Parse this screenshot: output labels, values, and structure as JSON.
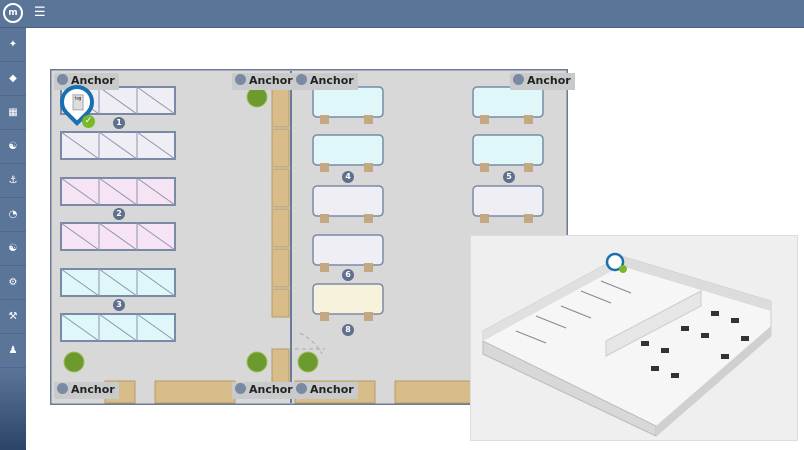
{
  "app": {
    "logo_text": "m"
  },
  "topbar": {
    "menu_icon": "hamburger-icon"
  },
  "sidebar": {
    "items": [
      {
        "name": "location",
        "icon": "crosshair-icon"
      },
      {
        "name": "assets",
        "icon": "cube-icon"
      },
      {
        "name": "map",
        "icon": "map-icon"
      },
      {
        "name": "users",
        "icon": "user-icon"
      },
      {
        "name": "anchors",
        "icon": "anchor-icon"
      },
      {
        "name": "reports",
        "icon": "pie-chart-icon"
      },
      {
        "name": "people",
        "icon": "user-icon"
      },
      {
        "name": "settings",
        "icon": "gear-icon"
      },
      {
        "name": "tools",
        "icon": "wrench-icon"
      },
      {
        "name": "account",
        "icon": "person-icon"
      }
    ]
  },
  "floorplan": {
    "anchor_label": "Anchor",
    "anchors": [
      "Anchor",
      "Anchor",
      "Anchor",
      "Anchor",
      "Anchor",
      "Anchor",
      "Anchor"
    ],
    "zones": [
      "1",
      "2",
      "3",
      "4",
      "5",
      "6",
      "8"
    ],
    "tag_label": "tag",
    "colors": {
      "wall": "#6b7a96",
      "floor": "#d8d8d8",
      "shelf_white": "#eeeef4",
      "shelf_pink": "#f6e3f4",
      "shelf_cyan": "#dff7f9",
      "shelf_yellow": "#f6f2dc",
      "crate": "#d8bd8a",
      "accent": "#1a6fb0",
      "ok": "#7ab929"
    }
  }
}
